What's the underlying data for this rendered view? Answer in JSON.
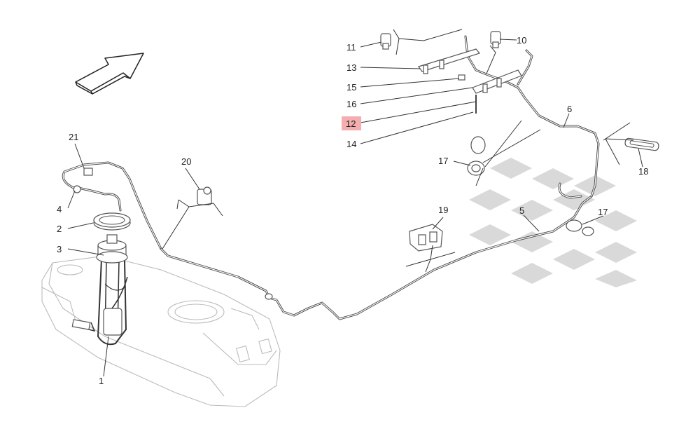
{
  "callouts": [
    {
      "id": "1",
      "label": "1",
      "highlighted": false
    },
    {
      "id": "2",
      "label": "2",
      "highlighted": false
    },
    {
      "id": "3",
      "label": "3",
      "highlighted": false
    },
    {
      "id": "4",
      "label": "4",
      "highlighted": false
    },
    {
      "id": "5",
      "label": "5",
      "highlighted": false
    },
    {
      "id": "6",
      "label": "6",
      "highlighted": false
    },
    {
      "id": "10",
      "label": "10",
      "highlighted": false
    },
    {
      "id": "11",
      "label": "11",
      "highlighted": false
    },
    {
      "id": "12",
      "label": "12",
      "highlighted": true
    },
    {
      "id": "13",
      "label": "13",
      "highlighted": false
    },
    {
      "id": "14",
      "label": "14",
      "highlighted": false
    },
    {
      "id": "15",
      "label": "15",
      "highlighted": false
    },
    {
      "id": "16",
      "label": "16",
      "highlighted": false
    },
    {
      "id": "17a",
      "label": "17",
      "highlighted": false
    },
    {
      "id": "17b",
      "label": "17",
      "highlighted": false
    },
    {
      "id": "18",
      "label": "18",
      "highlighted": false
    },
    {
      "id": "19",
      "label": "19",
      "highlighted": false
    },
    {
      "id": "20",
      "label": "20",
      "highlighted": false
    },
    {
      "id": "21",
      "label": "21",
      "highlighted": false
    }
  ],
  "colors": {
    "highlight": "#f4aeb0",
    "lines": "#444444",
    "ghost": "#bbbbbb",
    "checker": "#d9d9d9"
  },
  "icons": [
    "direction-arrow-icon"
  ]
}
